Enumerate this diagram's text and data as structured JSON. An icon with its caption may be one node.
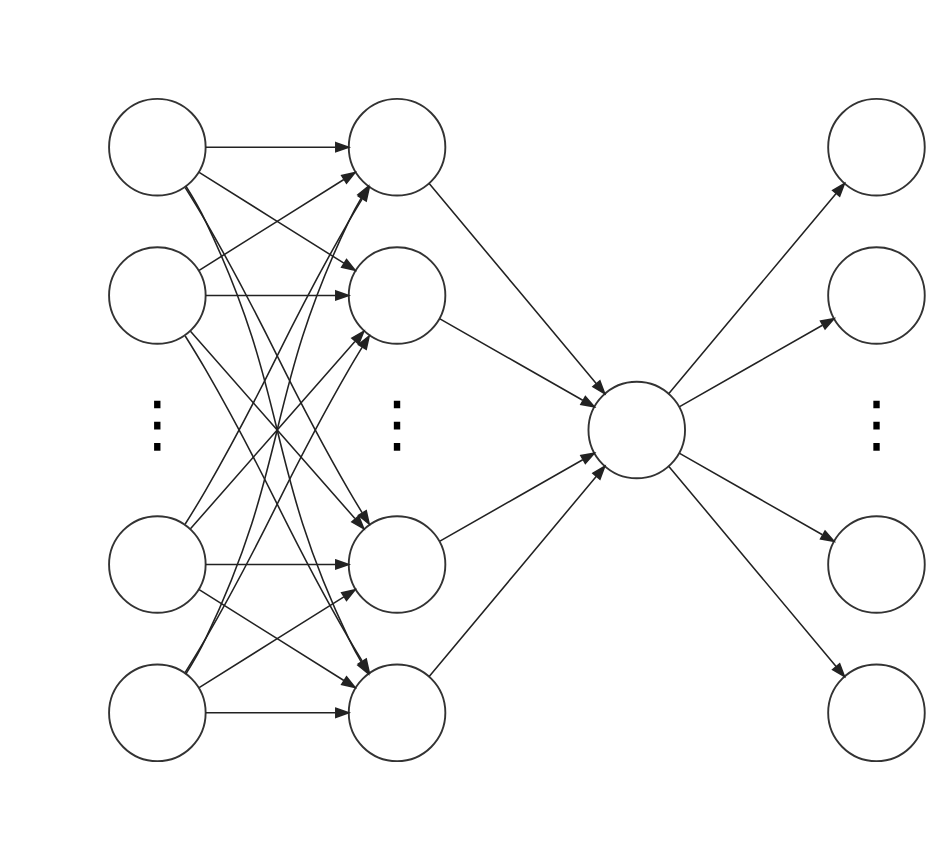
{
  "diagram": {
    "nodes": [
      {
        "text": [],
        "shape": "circle"
      },
      {
        "text": [],
        "shape": "circle"
      },
      {
        "text": [],
        "shape": "circle"
      },
      {
        "text": [],
        "shape": "circle"
      },
      {
        "text": [],
        "shape": "circle"
      },
      {
        "text": [],
        "shape": "circle"
      },
      {
        "text": [],
        "shape": "circle"
      },
      {
        "text": [],
        "shape": "circle"
      },
      {
        "text": [],
        "shape": "circle"
      },
      {
        "text": [],
        "shape": "circle"
      },
      {
        "text": [],
        "shape": "circle"
      },
      {
        "text": [],
        "shape": "circle"
      },
      {
        "text": [],
        "shape": "circle"
      }
    ],
    "edges": [
      {
        "from": 0,
        "to": 4,
        "arrow": "to"
      },
      {
        "from": 0,
        "to": 5,
        "arrow": "to"
      },
      {
        "from": 0,
        "to": 6,
        "arrow": "to"
      },
      {
        "from": 0,
        "to": 7,
        "arrow": "to"
      },
      {
        "from": 1,
        "to": 4,
        "arrow": "to"
      },
      {
        "from": 1,
        "to": 5,
        "arrow": "to"
      },
      {
        "from": 1,
        "to": 6,
        "arrow": "to"
      },
      {
        "from": 1,
        "to": 7,
        "arrow": "to"
      },
      {
        "from": 2,
        "to": 4,
        "arrow": "to"
      },
      {
        "from": 2,
        "to": 5,
        "arrow": "to"
      },
      {
        "from": 2,
        "to": 6,
        "arrow": "to"
      },
      {
        "from": 2,
        "to": 7,
        "arrow": "to"
      },
      {
        "from": 3,
        "to": 4,
        "arrow": "to"
      },
      {
        "from": 3,
        "to": 5,
        "arrow": "to"
      },
      {
        "from": 3,
        "to": 6,
        "arrow": "to"
      },
      {
        "from": 3,
        "to": 7,
        "arrow": "to"
      },
      {
        "from": 4,
        "to": 8,
        "arrow": "to"
      },
      {
        "from": 5,
        "to": 8,
        "arrow": "to"
      },
      {
        "from": 6,
        "to": 8,
        "arrow": "to"
      },
      {
        "from": 7,
        "to": 8,
        "arrow": "to"
      },
      {
        "from": 8,
        "to": 9,
        "arrow": "to"
      },
      {
        "from": 8,
        "to": 10,
        "arrow": "to"
      },
      {
        "from": 8,
        "to": 11,
        "arrow": "to"
      },
      {
        "from": 8,
        "to": 12,
        "arrow": "to"
      }
    ],
    "labels": [
      "⋮",
      "⋮",
      "⋮"
    ]
  }
}
